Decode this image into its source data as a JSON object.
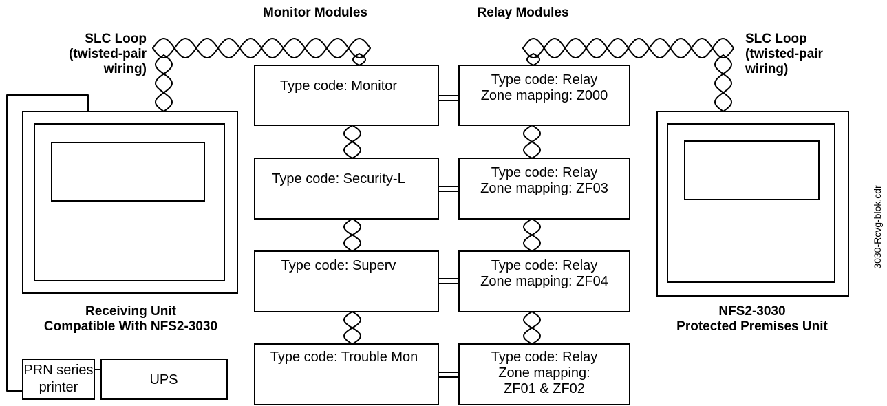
{
  "headings": {
    "monitor_modules": "Monitor Modules",
    "relay_modules": "Relay Modules"
  },
  "slc_left": {
    "line1": "SLC Loop",
    "line2": "(twisted-pair",
    "line3": "wiring)"
  },
  "slc_right": {
    "line1": "SLC Loop",
    "line2": "(twisted-pair",
    "line3": "wiring)"
  },
  "monitor_modules": [
    {
      "label": "Type code: Monitor"
    },
    {
      "label": "Type code: Security-L"
    },
    {
      "label": "Type code: Superv"
    },
    {
      "label": "Type code: Trouble Mon"
    }
  ],
  "relay_modules": [
    {
      "line1": "Type code: Relay",
      "line2": "Zone mapping: Z000"
    },
    {
      "line1": "Type code: Relay",
      "line2": "Zone mapping: ZF03"
    },
    {
      "line1": "Type code: Relay",
      "line2": "Zone mapping: ZF04"
    },
    {
      "line1": "Type code: Relay",
      "line2": "Zone mapping:",
      "line3": "ZF01 & ZF02"
    }
  ],
  "receiving_unit": {
    "line1": "Receiving Unit",
    "line2": "Compatible With NFS2-3030"
  },
  "protected_unit": {
    "line1": "NFS2-3030",
    "line2": "Protected Premises Unit"
  },
  "printer": {
    "line1": "PRN series",
    "line2": "printer"
  },
  "ups": {
    "label": "UPS"
  },
  "file_name": "3030-Rcvg-blok.cdr",
  "colors": {
    "line": "#000000",
    "background": "#ffffff"
  }
}
